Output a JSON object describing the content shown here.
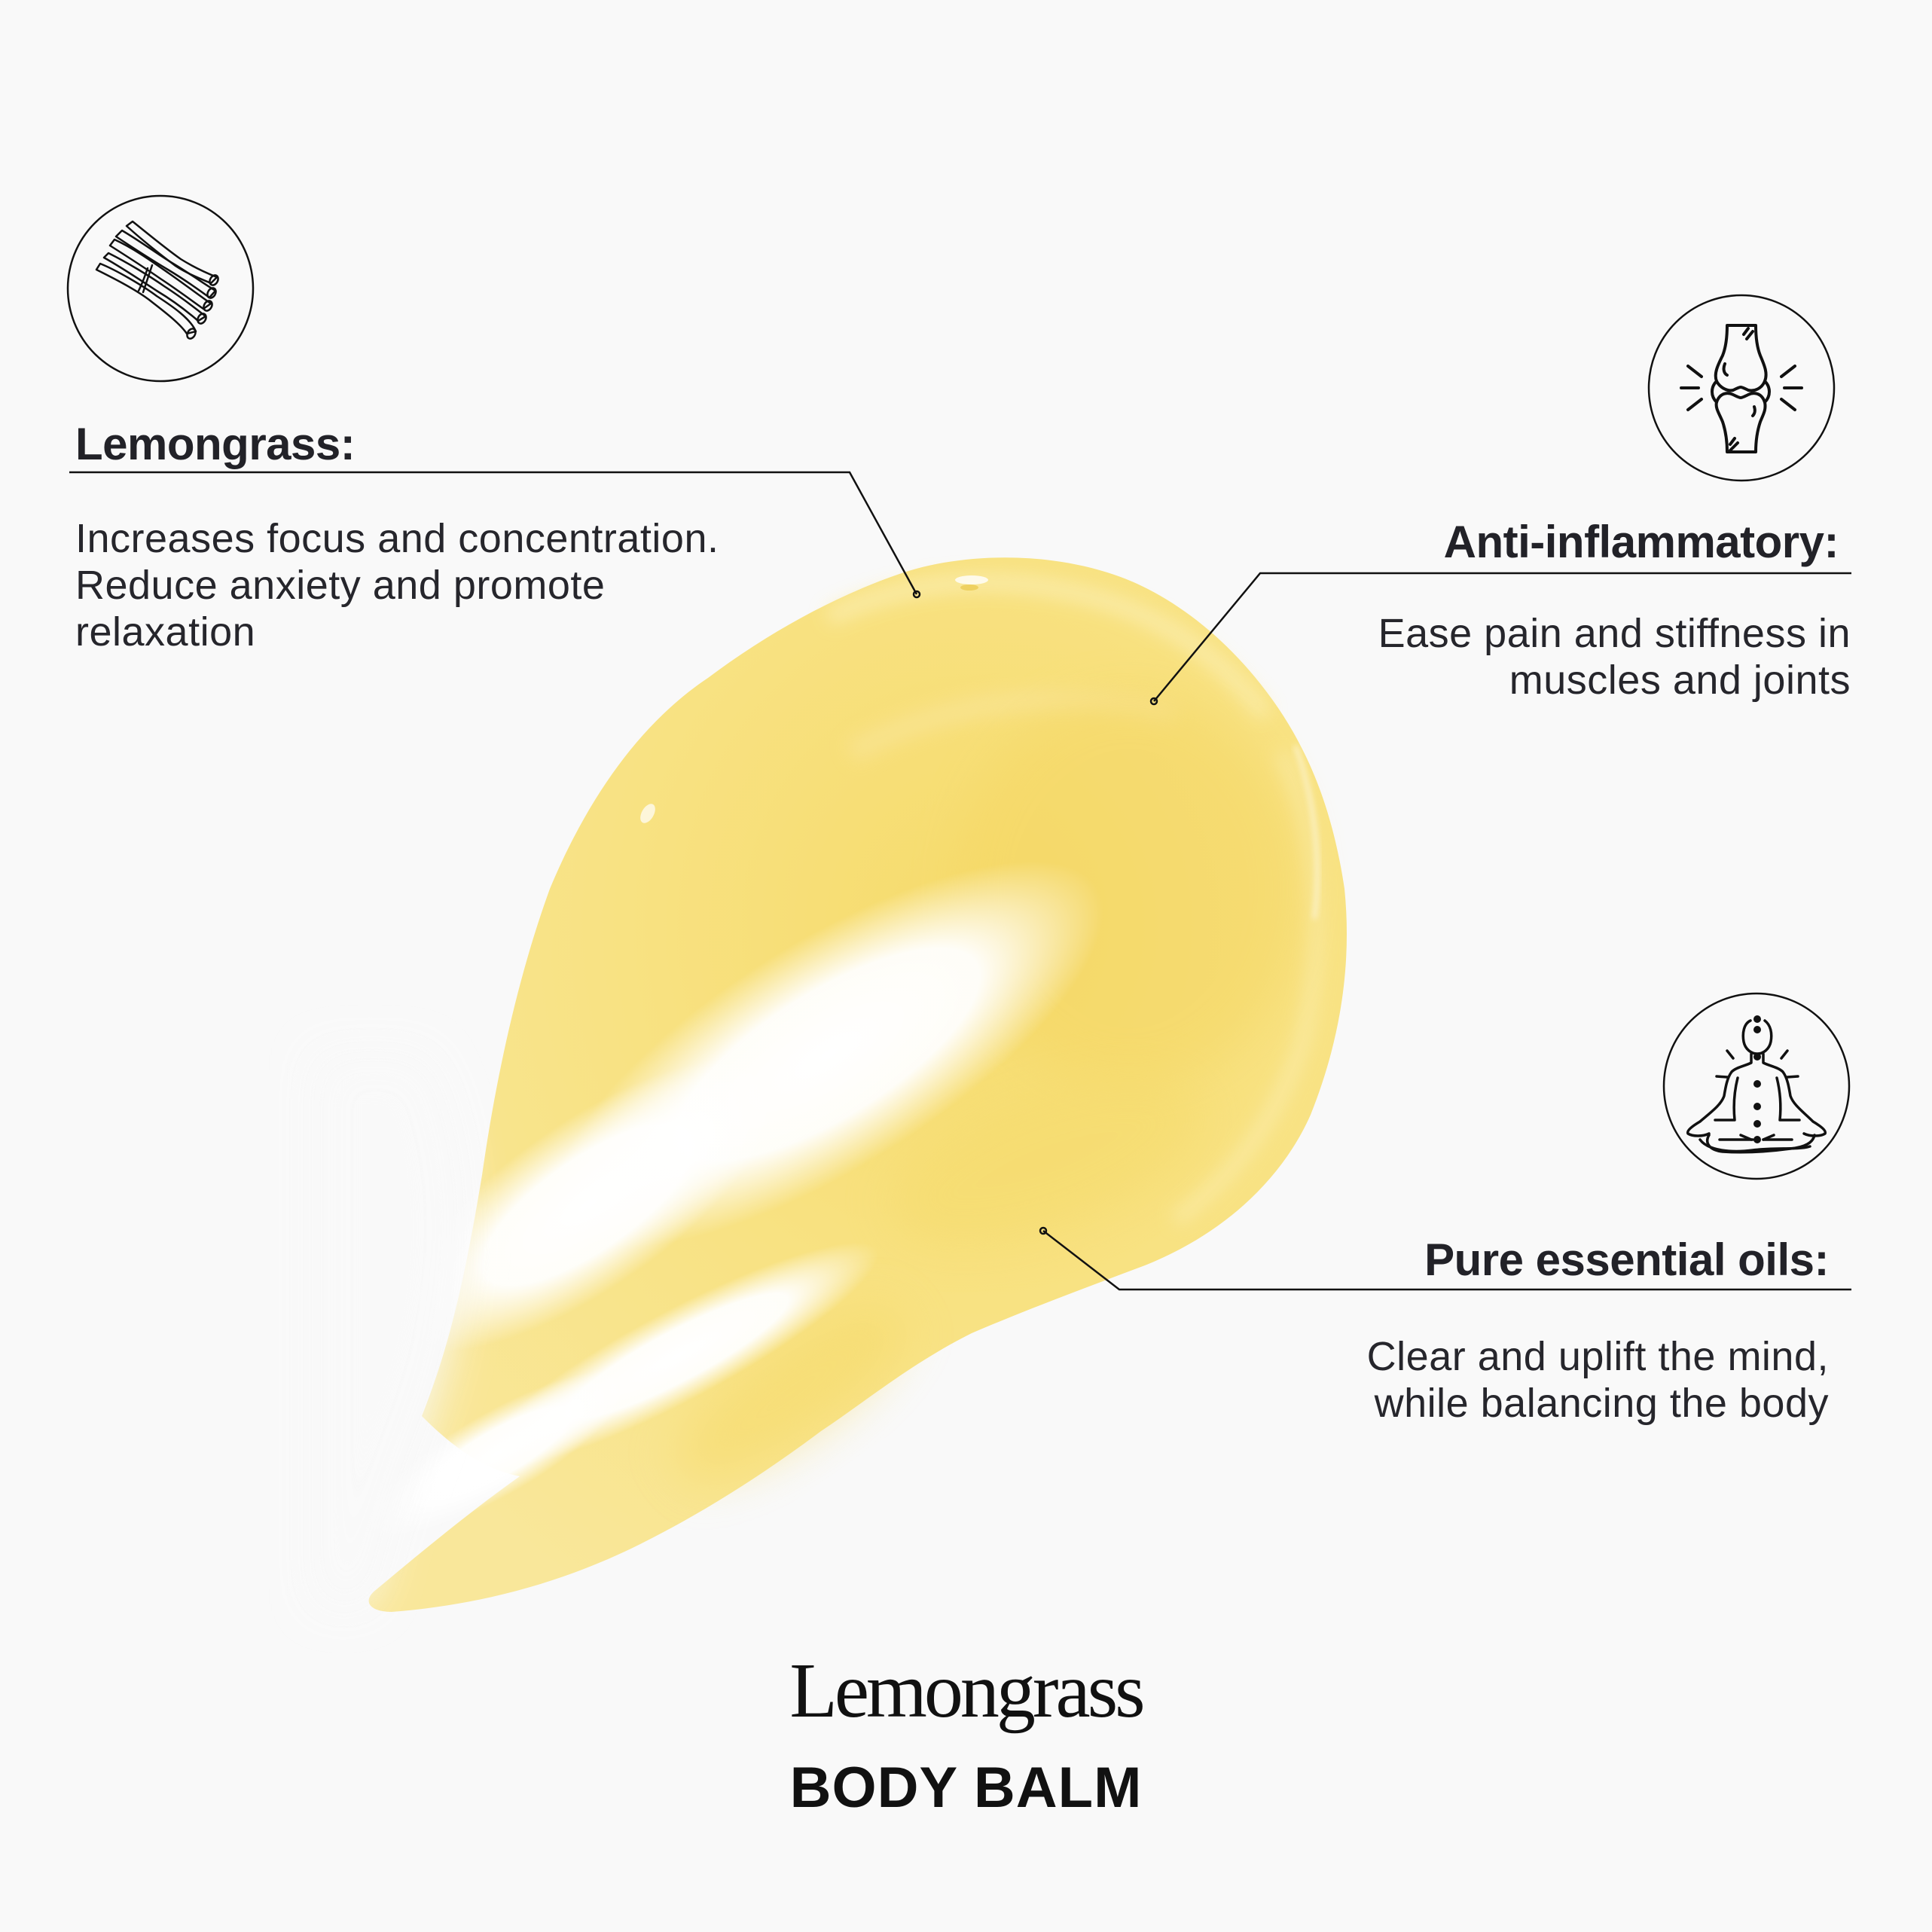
{
  "colors": {
    "background": "#f9f9f9",
    "text": "#222228",
    "balm": "#f7e07f",
    "balm_light": "#fbeeb0",
    "balm_deep": "#f3d765",
    "line": "#111111"
  },
  "features": [
    {
      "id": "lemongrass",
      "icon": "lemongrass-bundle-icon",
      "heading": "Lemongrass:",
      "lines": [
        "Increases focus and concentration.",
        "Reduce anxiety and promote",
        "relaxation"
      ]
    },
    {
      "id": "anti-inflammatory",
      "icon": "knee-joint-icon",
      "heading": "Anti-inflammatory:",
      "lines": [
        "Ease pain and stiffness in",
        "muscles and joints"
      ]
    },
    {
      "id": "essential-oils",
      "icon": "meditation-pose-icon",
      "heading": "Pure essential oils:",
      "lines": [
        "Clear and uplift the mind,",
        "while balancing the body"
      ]
    }
  ],
  "product": {
    "name": "Lemongrass",
    "type": "BODY BALM"
  }
}
